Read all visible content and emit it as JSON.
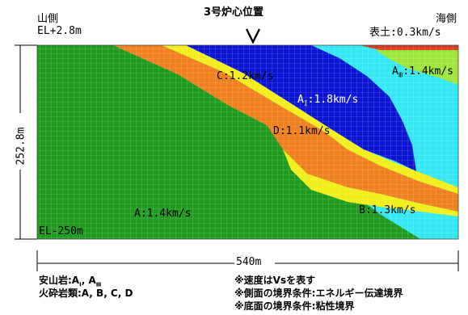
{
  "header": {
    "left_side": "山側",
    "left_elev": "EL+2.8m",
    "center_title": "3号炉心位置",
    "right_side": "海側",
    "right_topsoil": "表土:0.3km/s"
  },
  "layers": {
    "c": "C:1.2km/s",
    "a1": "A",
    "a1_sub": "I",
    "a1_rest": ":1.8km/s",
    "d": "D:1.1km/s",
    "a3": "A",
    "a3_sub": "Ⅲ",
    "a3_rest": ":1.4km/s",
    "a": "A:1.4km/s",
    "b": "B:1.3km/s",
    "bottom_elev": "EL-250m"
  },
  "dimensions": {
    "height": "252.8m",
    "width": "540m"
  },
  "legend": {
    "andesite_prefix": "安山岩:A",
    "andesite_sub1": "I",
    "andesite_mid": ", A",
    "andesite_sub3": "Ⅲ",
    "pyroclastic": "火砕岩類:A, B, C, D",
    "note1": "※速度はVsを表す",
    "note2": "※側面の境界条件:エネルギー伝達境界",
    "note3": "※底面の境界条件:粘性境界"
  },
  "colors": {
    "A_green": "#1e9a1e",
    "B_cyan": "#33e8f2",
    "C_orange": "#f0801e",
    "D_orange": "#f0801e",
    "A1_blue": "#0a14d2",
    "A3_lightgreen": "#9ee63a",
    "yellow_seam": "#f2ee1a",
    "topsoil_red": "#d83a1e"
  }
}
